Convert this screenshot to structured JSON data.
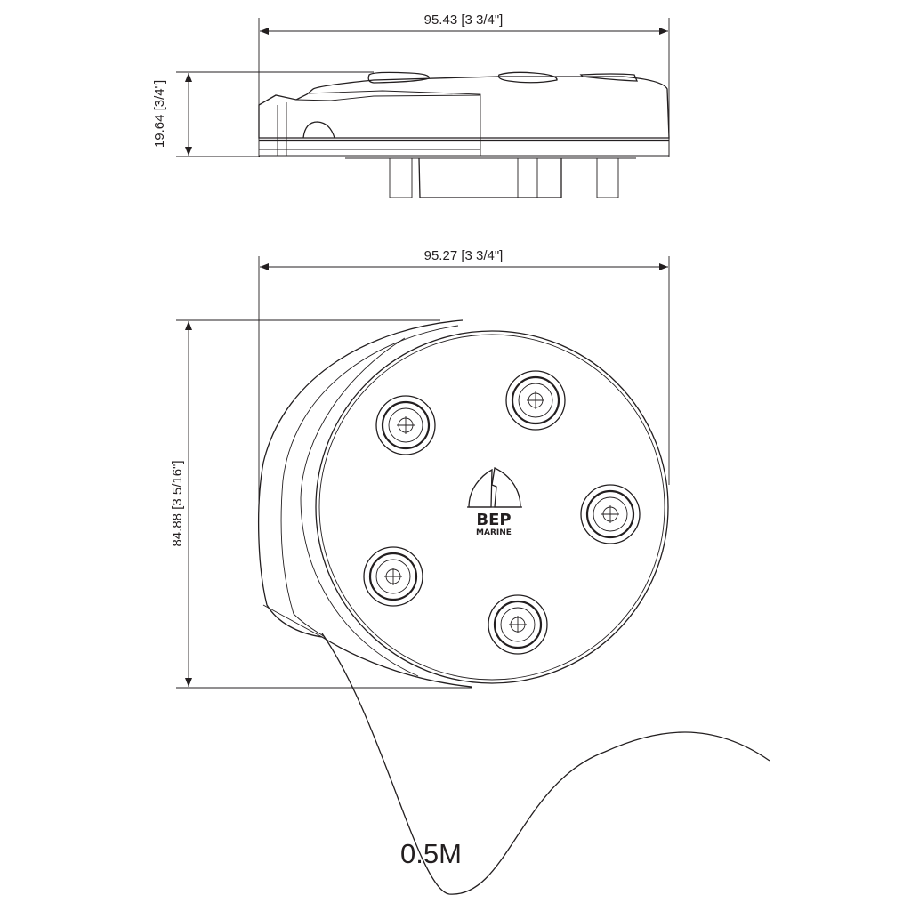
{
  "side_view": {
    "width_label": "95.43 [3 3/4\"]",
    "height_label": "19.64 [3/4\"]"
  },
  "front_view": {
    "width_label": "95.27 [3 3/4\"]",
    "height_label": "84.88 [3 5/16\"]",
    "logo": {
      "line1": "BEP",
      "line2": "MARINE"
    }
  },
  "cable_label": "0.5M"
}
